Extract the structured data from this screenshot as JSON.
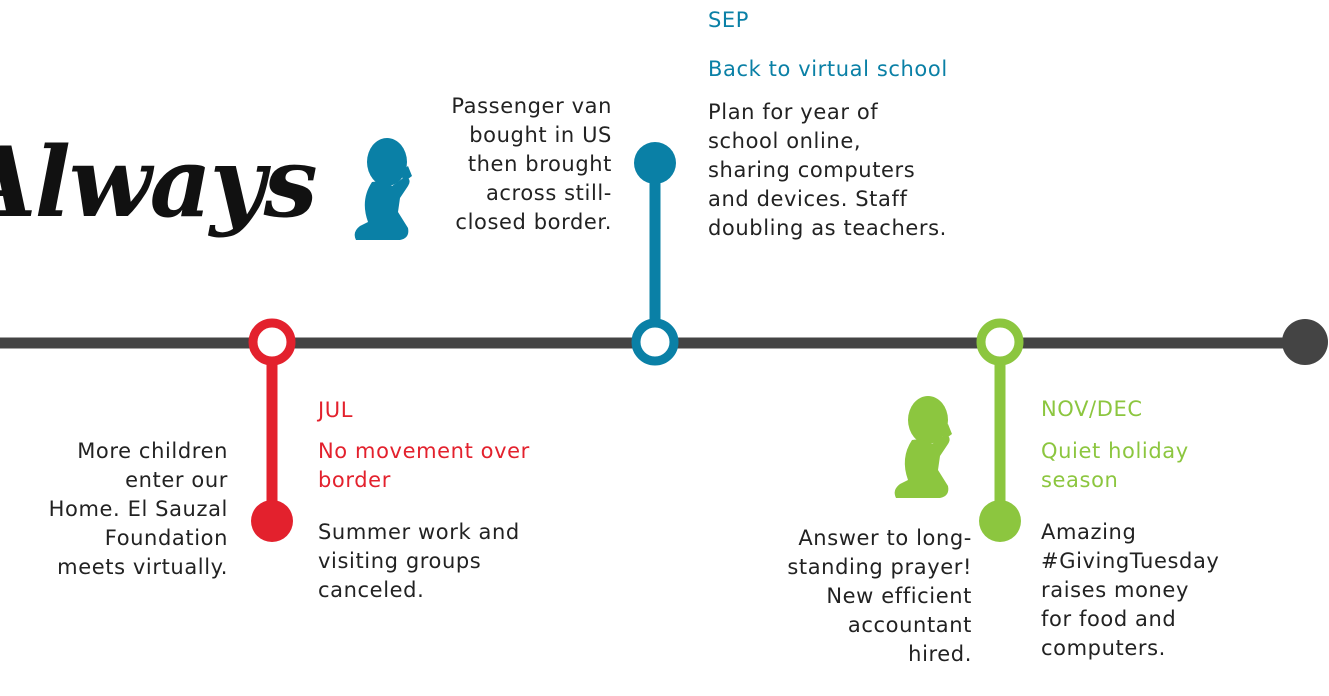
{
  "colors": {
    "line": "#444444",
    "jul": "#e3212d",
    "sep": "#0a80a6",
    "novdec": "#8cc63f",
    "text": "#222222"
  },
  "logo": {
    "text": "Always"
  },
  "events": {
    "jul": {
      "month": "JUL",
      "headline": "No movement over\nborder",
      "body": "Summer work and\nvisiting groups\ncanceled.",
      "side": "More children\nenter our\nHome. El Sauzal\nFoundation\nmeets virtually."
    },
    "sep": {
      "month": "SEP",
      "headline": "Back to virtual school",
      "body": "Plan for year of\nschool online,\nsharing computers\nand devices. Staff\ndoubling as teachers.",
      "side": "Passenger van\nbought in US\nthen brought\nacross still-\nclosed border."
    },
    "novdec": {
      "month": "NOV/DEC",
      "headline": "Quiet holiday\nseason",
      "body": "Amazing\n#GivingTuesday\nraises money\nfor food and\ncomputers.",
      "side": "Answer to long-\nstanding prayer!\nNew efficient\naccountant\nhired."
    }
  },
  "icons": [
    "praying-child-icon",
    "praying-child-icon"
  ]
}
